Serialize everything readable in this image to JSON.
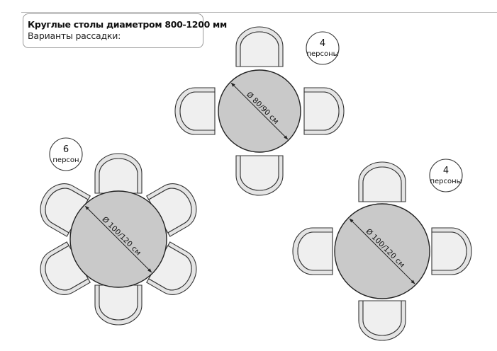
{
  "header": {
    "title": "Круглые столы диаметром 800-1200 мм",
    "subtitle": "Варианты рассадки:"
  },
  "tables": [
    {
      "diameter_label": "Ø 80/90 см",
      "seats": 4,
      "badge_number": "4",
      "badge_label": "персоны"
    },
    {
      "diameter_label": "Ø 100/120 см",
      "seats": 6,
      "badge_number": "6",
      "badge_label": "персон"
    },
    {
      "diameter_label": "Ø 100/120 см",
      "seats": 4,
      "badge_number": "4",
      "badge_label": "персоны"
    }
  ]
}
